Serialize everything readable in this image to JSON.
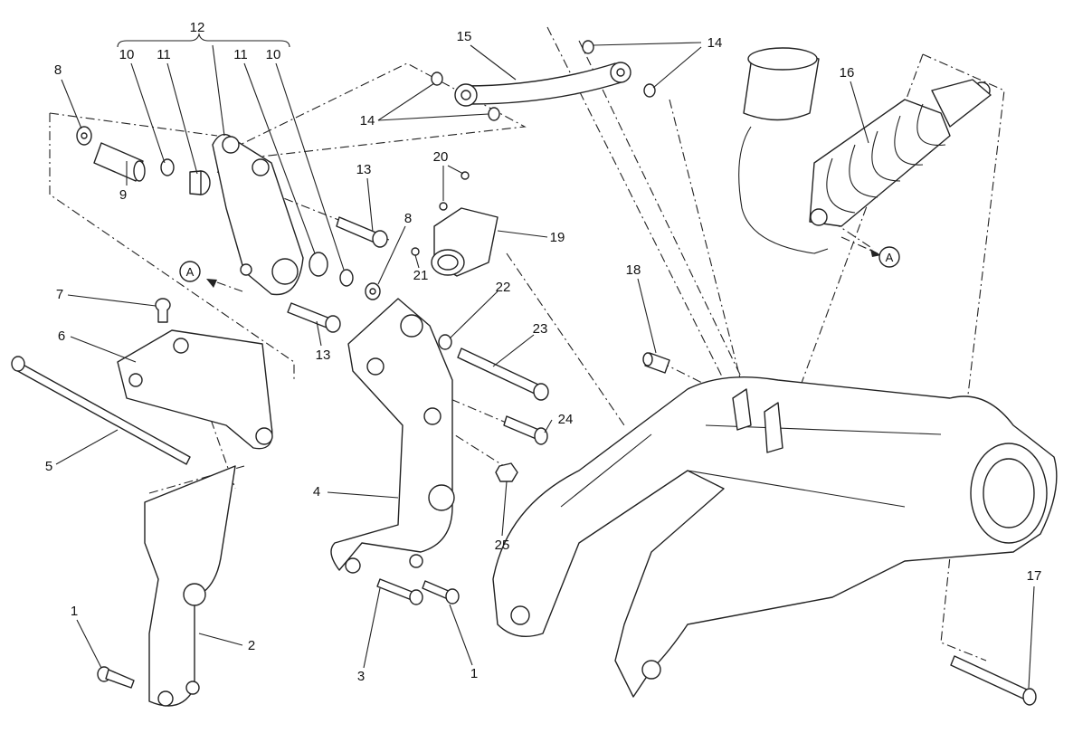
{
  "diagram": {
    "type": "exploded-parts-diagram",
    "callouts": [
      "12",
      "10",
      "11",
      "11",
      "10",
      "8",
      "9",
      "13",
      "13",
      "7",
      "6",
      "5",
      "4",
      "1",
      "2",
      "3",
      "1",
      "25",
      "24",
      "23",
      "22",
      "8",
      "20",
      "21",
      "19",
      "18",
      "15",
      "14",
      "14",
      "16",
      "17"
    ],
    "reference_markers": [
      "A",
      "A"
    ]
  }
}
